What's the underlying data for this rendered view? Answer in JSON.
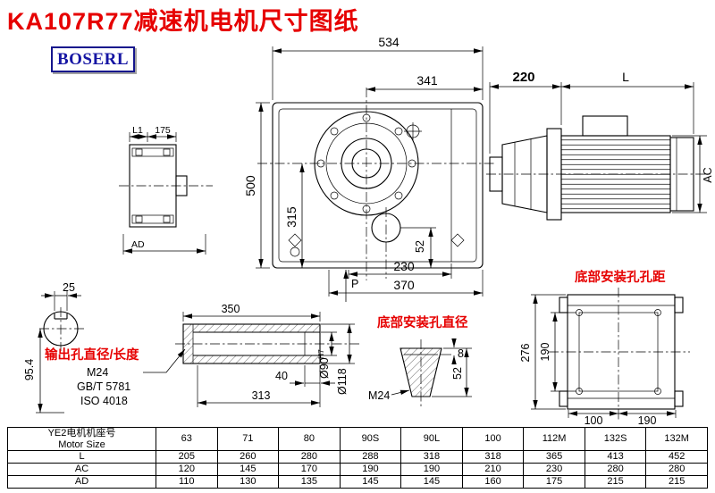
{
  "title": "KA107R77减速机电机尺寸图纸",
  "brand": "BOSERL",
  "colors": {
    "accent_red": "#e60000",
    "brand_blue": "#1515a3",
    "line": "#000000"
  },
  "labels": {
    "output_hole": "输出孔直径/长度",
    "bottom_hole_dia": "底部安装孔直径",
    "bottom_hole_pitch": "底部安装孔孔距"
  },
  "dims": {
    "front_width": "534",
    "front_width2": "341",
    "front_height": "500",
    "front_height2": "315",
    "front_52": "52",
    "front_p": "P",
    "front_230": "230",
    "front_370": "370",
    "motor_220": "220",
    "motor_L": "L",
    "motor_AC": "AC",
    "side_L1": "L1",
    "side_175": "175",
    "side_AD": "AD",
    "shaft_25": "25",
    "shaft_954": "95.4",
    "shaft_350": "350",
    "shaft_40": "40",
    "shaft_313": "313",
    "shaft_d90": "Ø90",
    "shaft_d90_tol": "H7",
    "shaft_d118": "Ø118",
    "spec_m24": "M24",
    "spec_gbt": "GB/T 5781",
    "spec_iso": "ISO 4018",
    "hole_8": "8",
    "hole_52": "52",
    "hole_m24": "M24",
    "mount_276": "276",
    "mount_190v": "190",
    "mount_100": "100",
    "mount_190h": "190"
  },
  "table": {
    "header_cn": "YE2电机机座号",
    "header_en": "Motor Size",
    "sizes": [
      "63",
      "71",
      "80",
      "90S",
      "90L",
      "100",
      "112M",
      "132S",
      "132M"
    ],
    "rows": [
      {
        "label": "L",
        "values": [
          "205",
          "260",
          "280",
          "288",
          "318",
          "318",
          "365",
          "413",
          "452"
        ]
      },
      {
        "label": "AC",
        "values": [
          "120",
          "145",
          "170",
          "190",
          "190",
          "210",
          "230",
          "280",
          "280"
        ]
      },
      {
        "label": "AD",
        "values": [
          "110",
          "130",
          "135",
          "145",
          "145",
          "160",
          "175",
          "215",
          "215"
        ]
      }
    ]
  }
}
